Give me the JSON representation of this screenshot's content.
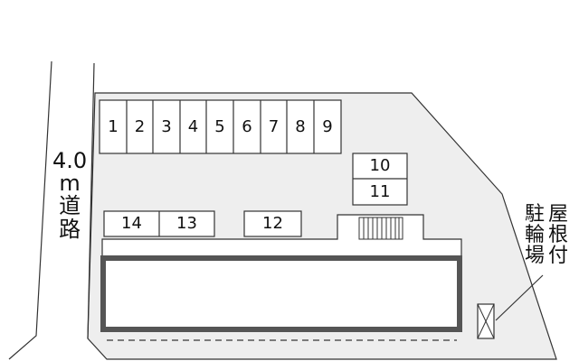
{
  "road": {
    "width_label": "4.0",
    "unit_label": "m",
    "name_chars": [
      "道",
      "路"
    ]
  },
  "bike_parking": {
    "label_cols": [
      [
        "駐",
        "輪",
        "場"
      ],
      [
        "屋",
        "根",
        "付"
      ]
    ]
  },
  "parking_slots": [
    {
      "id": "slot-1",
      "label": "1"
    },
    {
      "id": "slot-2",
      "label": "2"
    },
    {
      "id": "slot-3",
      "label": "3"
    },
    {
      "id": "slot-4",
      "label": "4"
    },
    {
      "id": "slot-5",
      "label": "5"
    },
    {
      "id": "slot-6",
      "label": "6"
    },
    {
      "id": "slot-7",
      "label": "7"
    },
    {
      "id": "slot-8",
      "label": "8"
    },
    {
      "id": "slot-9",
      "label": "9"
    },
    {
      "id": "slot-10",
      "label": "10"
    },
    {
      "id": "slot-11",
      "label": "11"
    },
    {
      "id": "slot-12",
      "label": "12"
    },
    {
      "id": "slot-13",
      "label": "13"
    },
    {
      "id": "slot-14",
      "label": "14"
    }
  ],
  "colors": {
    "lot": "#eeeeee",
    "outline": "#222222",
    "building_wall": "#555555"
  }
}
